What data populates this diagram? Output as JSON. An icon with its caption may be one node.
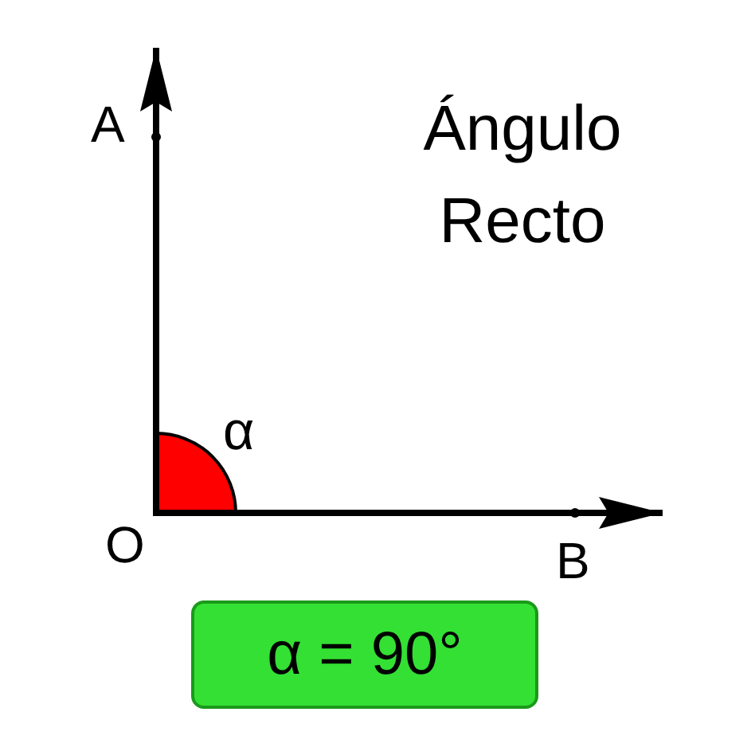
{
  "diagram": {
    "title": "Ángulo Recto",
    "nodes": [
      {
        "text": [
          "α = 90°"
        ]
      }
    ],
    "labels": [
      "A",
      "α",
      "O",
      "B"
    ]
  }
}
